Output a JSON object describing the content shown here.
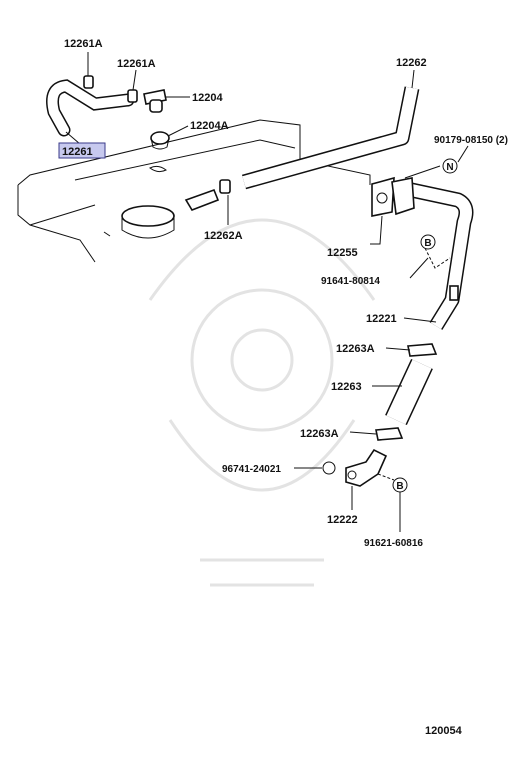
{
  "diagram": {
    "labels": {
      "p12261A_top": "12261A",
      "p12261A_2": "12261A",
      "p12204": "12204",
      "p12204A": "12204A",
      "p12261": "12261",
      "p12262": "12262",
      "p90179": "90179-08150 (2)",
      "p12262A": "12262A",
      "p12255": "12255",
      "p91641": "91641-80814",
      "p12221": "12221",
      "p12263A_1": "12263A",
      "p12263": "12263",
      "p12263A_2": "12263A",
      "p96741": "96741-24021",
      "p12222": "12222",
      "p91621": "91621-60816"
    },
    "callouts": {
      "n": "N",
      "b1": "B",
      "b2": "B"
    },
    "figure_number": "120054"
  },
  "colors": {
    "highlight": "#c7c9ee",
    "line": "#111111",
    "watermark": "#e3e3e3"
  }
}
